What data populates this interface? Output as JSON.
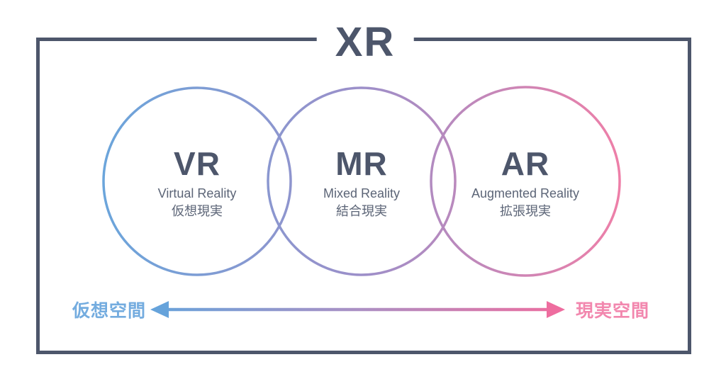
{
  "diagram": {
    "title": "XR",
    "circles": [
      {
        "abbr": "VR",
        "name_en": "Virtual Reality",
        "name_ja": "仮想現実"
      },
      {
        "abbr": "MR",
        "name_en": "Mixed Reality",
        "name_ja": "結合現実"
      },
      {
        "abbr": "AR",
        "name_en": "Augmented Reality",
        "name_ja": "拡張現実"
      }
    ],
    "axis": {
      "left_label": "仮想空間",
      "right_label": "現実空間"
    },
    "colors": {
      "outline_dark": "#4d566b",
      "subtitle_gray": "#5c6577",
      "gradient_blue": "#6ba5db",
      "gradient_purple": "#9c8fc9",
      "gradient_pink": "#ee7fa8",
      "arrow_blue": "#66a3db",
      "arrow_pink": "#ee6d9f",
      "label_blue": "#74acdf",
      "label_pink": "#f287ae"
    }
  }
}
